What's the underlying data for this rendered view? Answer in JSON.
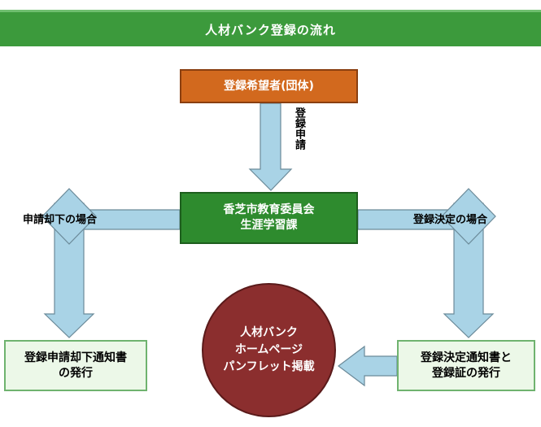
{
  "title": "人材バンク登録の流れ",
  "nodes": {
    "applicant": "登録希望者(団体)",
    "committee_line1": "香芝市教育委員会",
    "committee_line2": "生涯学習課",
    "reject_notice_line1": "登録申請却下通知書",
    "reject_notice_line2": "の発行",
    "approve_notice_line1": "登録決定通知書と",
    "approve_notice_line2": "登録証の発行",
    "publish_line1": "人材バンク",
    "publish_line2": "ホームページ",
    "publish_line3": "パンフレット掲載"
  },
  "edges": {
    "application": "登録申請",
    "rejected": "申請却下の場合",
    "approved": "登録決定の場合"
  },
  "colors": {
    "header": "#3c9a3c",
    "applicant": "#d2691e",
    "committee": "#2e8b2e",
    "notice": "#ecf8e8",
    "publish": "#8b2e2e",
    "arrow": "#a9d3e6"
  }
}
